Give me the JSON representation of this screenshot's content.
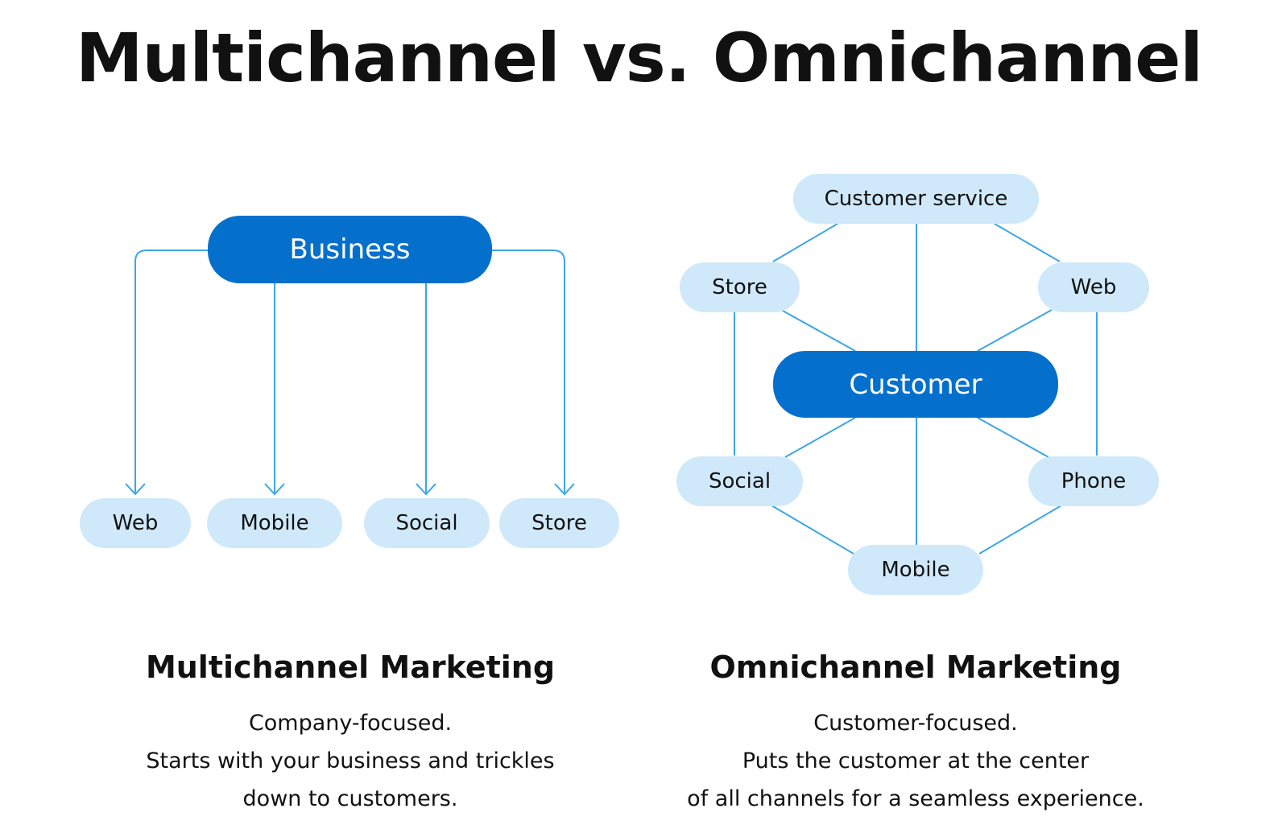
{
  "title": "Multichannel vs. Omnichannel",
  "colors": {
    "hub": "#0570cc",
    "channel": "#cfe9fb",
    "connector": "#3aa6e6"
  },
  "multichannel": {
    "hub_label": "Business",
    "channels": [
      "Web",
      "Mobile",
      "Social",
      "Store"
    ],
    "heading": "Multichannel Marketing",
    "description": [
      "Company-focused.",
      "Starts with your business and trickles",
      "down to customers."
    ]
  },
  "omnichannel": {
    "hub_label": "Customer",
    "channels": {
      "customer_service": "Customer service",
      "store": "Store",
      "web": "Web",
      "social": "Social",
      "phone": "Phone",
      "mobile": "Mobile"
    },
    "heading": "Omnichannel Marketing",
    "description": [
      "Customer-focused.",
      "Puts the customer at the center",
      "of all channels for a seamless experience."
    ]
  }
}
